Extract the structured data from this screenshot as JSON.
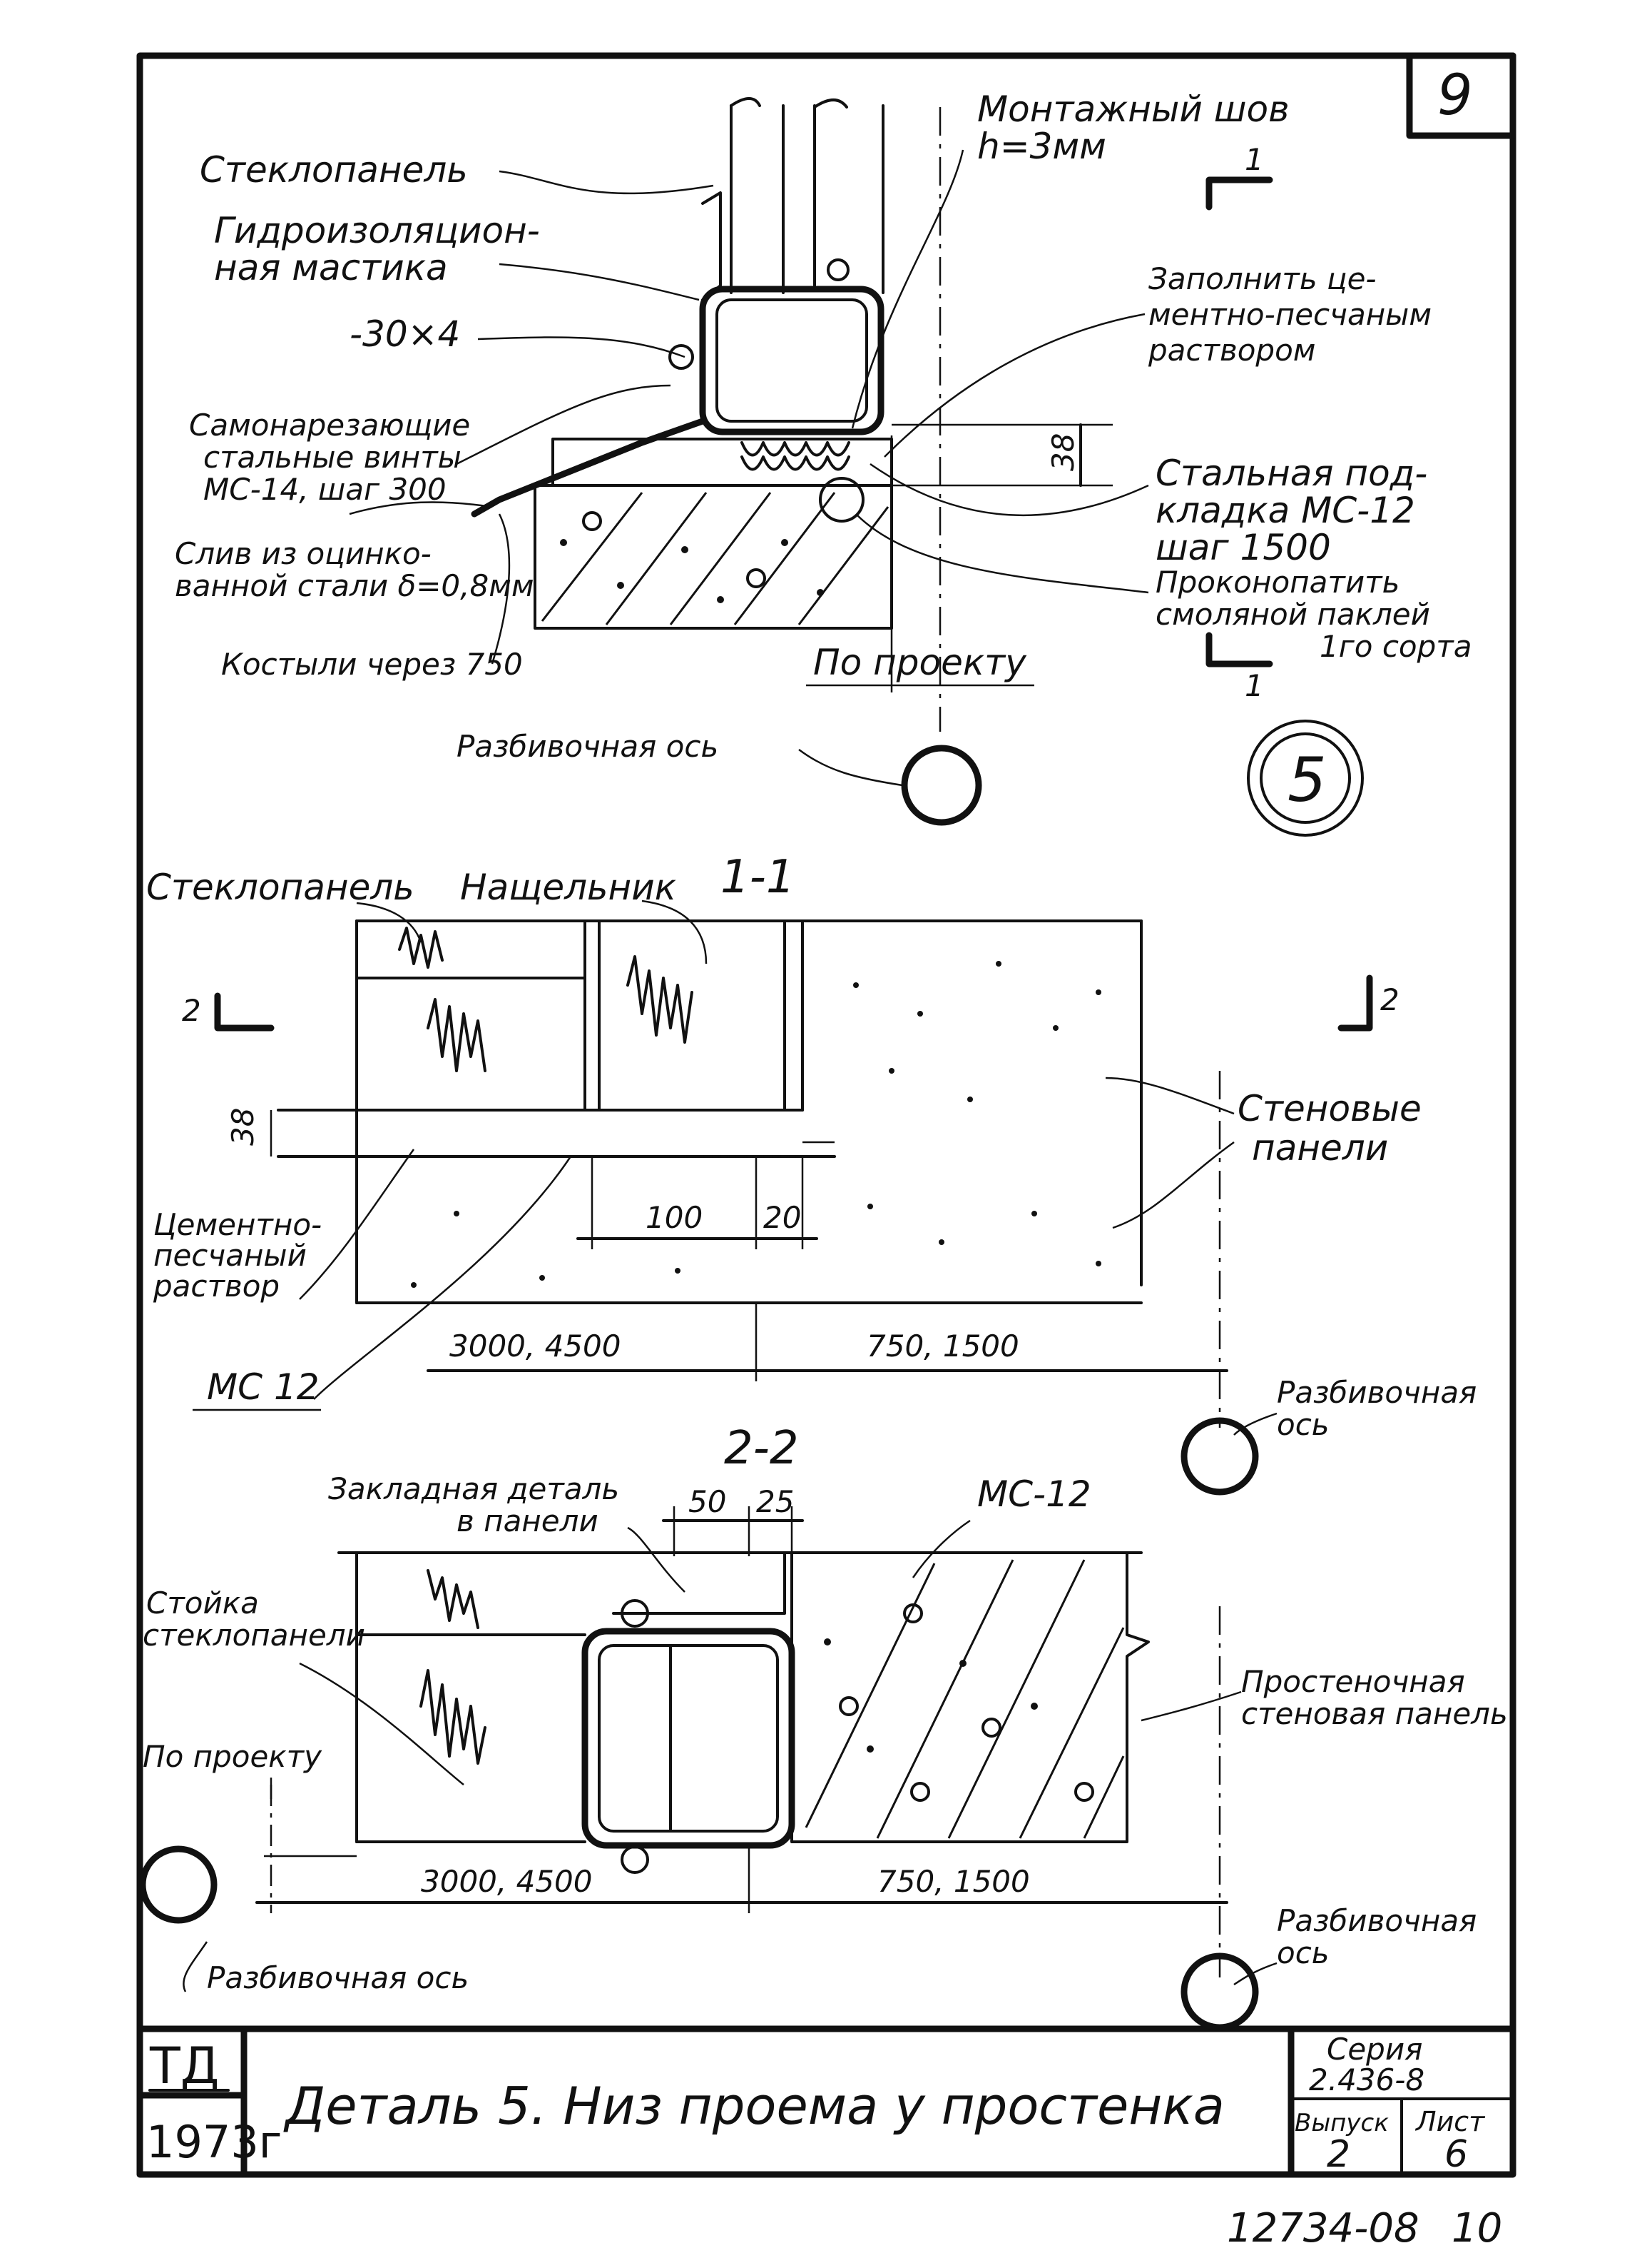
{
  "sheet": {
    "page_number": "9",
    "archive_number": "12734-08",
    "archive_suffix": "10"
  },
  "detail5": {
    "labels": {
      "glass_panel": "Стеклопанель",
      "mastic_1": "Гидроизоляцион-",
      "mastic_2": "ная мастика",
      "strip": "-30×4",
      "screws_1": "Самонарезающие",
      "screws_2": "стальные винты",
      "screws_3": "МС-14, шаг 300",
      "drain_1": "Слив из оцинко-",
      "drain_2": "ванной стали δ=0,8мм",
      "pins": "Костыли через 750",
      "joint_1": "Монтажный шов",
      "joint_2": "h=3мм",
      "fill_1": "Заполнить це-",
      "fill_2": "ментно-песчаным",
      "fill_3": "раствором",
      "shim_1": "Стальная под-",
      "shim_2": "кладка МС-12",
      "shim_3": "шаг 1500",
      "caulk_1": "Проконопатить",
      "caulk_2": "смоляной паклей",
      "caulk_3": "1го сорта",
      "dim_38": "38",
      "per_project": "По проекту",
      "axis": "Разбивочная ось",
      "cut_mark_top": "1",
      "cut_mark_bottom": "1",
      "detail_number": "5"
    }
  },
  "section11": {
    "title": "1-1",
    "labels": {
      "glass_panel": "Стеклопанель",
      "cover_strip": "Нащельник",
      "wall_panels_1": "Стеновые",
      "wall_panels_2": "панели",
      "mortar_1": "Цементно-",
      "mortar_2": "песчаный",
      "mortar_3": "раствор",
      "mc12": "МС 12",
      "cut_left": "2",
      "cut_right": "2",
      "dim_38": "38",
      "dim_100": "100",
      "dim_20": "20",
      "dim_left": "3000, 4500",
      "dim_right": "750, 1500",
      "axis_1": "Разбивочная",
      "axis_2": "ось"
    }
  },
  "section22": {
    "title": "2-2",
    "labels": {
      "embedded_1": "Закладная деталь",
      "embedded_2": "в панели",
      "dim_50": "50",
      "dim_25": "25",
      "mc12": "МС-12",
      "post_1": "Стойка",
      "post_2": "стеклопанели",
      "wall_panel_1": "Простеночная",
      "wall_panel_2": "стеновая панель",
      "per_project": "По проекту",
      "dim_left": "3000, 4500",
      "dim_right": "750, 1500",
      "axis_left": "Разбивочная ось",
      "axis_right_1": "Разбивочная",
      "axis_right_2": "ось"
    }
  },
  "title_block": {
    "org": "ТД",
    "year": "1973г",
    "title": "Деталь 5.  Низ проема у простенка",
    "series_label": "Серия",
    "series_value": "2.436-8",
    "issue_label": "Выпуск",
    "issue_value": "2",
    "sheet_label": "Лист",
    "sheet_value": "6"
  }
}
